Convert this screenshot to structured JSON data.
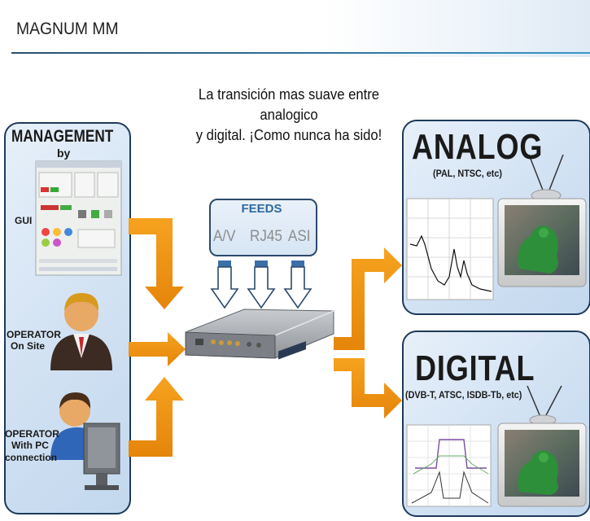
{
  "header": {
    "title": "MAGNUM MM"
  },
  "subtitle": {
    "line1": "La transición mas suave entre analogico",
    "line2": "y digital.  ¡Como nunca ha sido!"
  },
  "management": {
    "title": "MANAGEMENT",
    "by": "by",
    "gui_label": "GUI",
    "operator_onsite": {
      "line1": "OPERATOR",
      "line2": "On Site"
    },
    "operator_pc": {
      "line1": "OPERATOR",
      "line2": "With PC",
      "line3": "connection"
    }
  },
  "feeds": {
    "title": "FEEDS",
    "items": [
      "A/V",
      "RJ45",
      "ASI"
    ]
  },
  "analog": {
    "title": "ANALOG",
    "subtitle": "(PAL, NTSC, etc)"
  },
  "digital": {
    "title": "DIGITAL",
    "subtitle": "(DVB-T, ATSC, ISDB-Tb, etc)"
  },
  "colors": {
    "arrow_orange": "#f2920f",
    "panel_border": "#1e3a5a",
    "panel_fill": "#d3e3f3",
    "accent_blue": "#2f6a9e"
  }
}
